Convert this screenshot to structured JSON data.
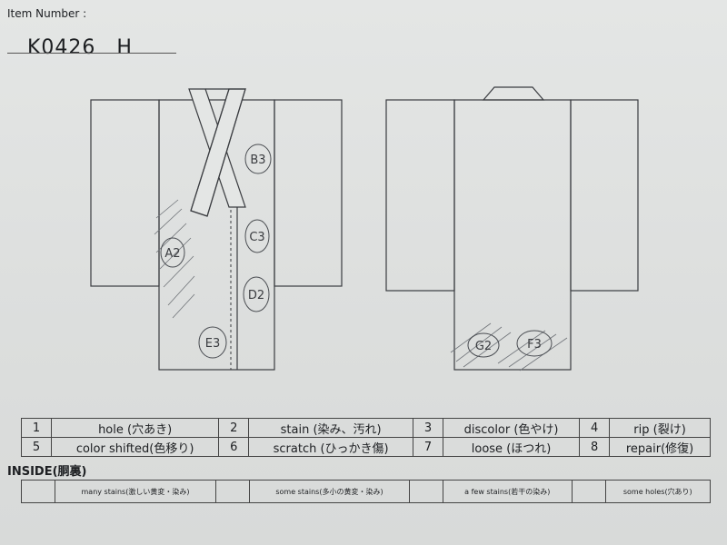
{
  "header": {
    "item_label": "Item Number :",
    "item_number": "K0426　H"
  },
  "front_marks": [
    "B3",
    "A2",
    "C3",
    "D2",
    "E3"
  ],
  "back_marks": [
    "G2",
    "F3"
  ],
  "legend": [
    [
      {
        "n": "1",
        "t": "hole (穴あき)"
      },
      {
        "n": "2",
        "t": "stain (染み、汚れ)"
      },
      {
        "n": "3",
        "t": "discolor (色やけ)"
      },
      {
        "n": "4",
        "t": "rip (裂け)"
      }
    ],
    [
      {
        "n": "5",
        "t": "color shifted(色移り)"
      },
      {
        "n": "6",
        "t": "scratch (ひっかき傷)"
      },
      {
        "n": "7",
        "t": "loose (ほつれ)"
      },
      {
        "n": "8",
        "t": "repair(修復)"
      }
    ]
  ],
  "inside": {
    "title": "INSIDE(胴裏)",
    "items": [
      "many stains(激しい黄変・染み)",
      "some stains(多小の黄変・染み)",
      "a few stains(若干の染み)",
      "some holes(穴あり)"
    ]
  }
}
